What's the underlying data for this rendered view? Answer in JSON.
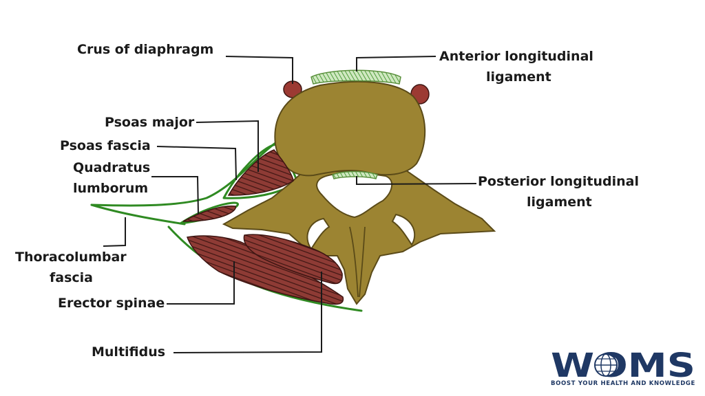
{
  "labels": {
    "crus": "Crus of diaphragm",
    "anterior_1": "Anterior longitudinal",
    "anterior_2": "ligament",
    "psoas_major": "Psoas major",
    "psoas_fascia": "Psoas fascia",
    "quadratus_1": "Quadratus",
    "quadratus_2": "lumborum",
    "posterior_1": "Posterior longitudinal",
    "posterior_2": "ligament",
    "thoracolumbar_1": "Thoracolumbar",
    "thoracolumbar_2": "fascia",
    "erector": "Erector spinae",
    "multifidus": "Multifidus"
  },
  "logo": {
    "letters": "WOMS",
    "tagline": "BOOST YOUR HEALTH AND KNOWLEDGE"
  },
  "colors": {
    "bone": "#9c8432",
    "bone_outline": "#5a4a18",
    "muscle": "#8e3b35",
    "muscle_line": "#3d1512",
    "fascia": "#2f8a22",
    "ligament": "#cfe8c0",
    "crus": "#9c3a33",
    "logo": "#1f3864"
  }
}
